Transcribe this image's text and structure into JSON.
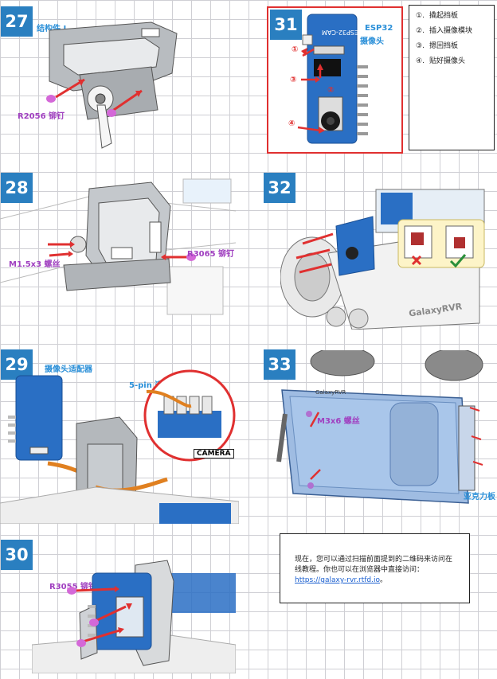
{
  "steps": {
    "s27": {
      "number": "27",
      "part_label": "结构件 I",
      "screw_label": "R2056 铆钉"
    },
    "s28": {
      "number": "28",
      "screw_label": "M1.5x3 螺丝",
      "rivet_label": "R3065 铆钉"
    },
    "s29": {
      "number": "29",
      "adapter_label": "摄像头适配器",
      "cable_label": "5-pin 连接线",
      "camera_tag": "CAMERA"
    },
    "s30": {
      "number": "30",
      "rivet_label": "R3055 铆钉"
    },
    "s31": {
      "number": "31",
      "board_text": "ESP32-CAM",
      "title_line1": "ESP32",
      "title_line2": "摄像头",
      "markers": [
        "①",
        "②",
        "③",
        "④"
      ]
    },
    "s32": {
      "number": "32",
      "brand": "GalaxyRVR"
    },
    "s33": {
      "number": "33",
      "screw_label": "M3x6 螺丝",
      "acrylic_label": "亚克力板",
      "brand": "GalaxyRVR"
    }
  },
  "notes": [
    {
      "num": "①.",
      "text": "撬起挡板"
    },
    {
      "num": "②.",
      "text": "插入摄像模块"
    },
    {
      "num": "③.",
      "text": "摁回挡板"
    },
    {
      "num": "④.",
      "text": "贴好摄像头"
    }
  ],
  "qr_note": {
    "text": "现在，您可以通过扫描前面提到的二维码来访问在线教程。你也可以在浏览器中直接访问：",
    "link": "https://galaxy-rvr.rtfd.io",
    "period": "。"
  },
  "colors": {
    "badge": "#2a7fc0",
    "label_blue": "#2a8fd8",
    "label_purple": "#a040c0",
    "highlight_red": "#e03030"
  }
}
